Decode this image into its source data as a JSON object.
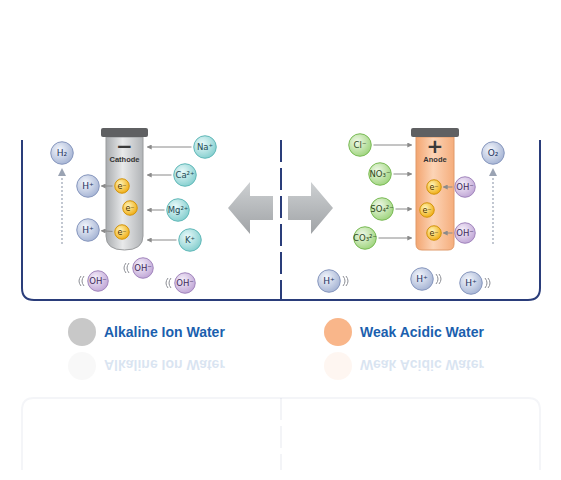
{
  "diagram": {
    "nodes": [
      {
        "text": [
          "H₂"
        ]
      },
      {
        "text": [
          "−",
          "Cathode"
        ]
      },
      {
        "text": [
          "e⁻"
        ],
        "in": 1
      },
      {
        "text": [
          "e⁻"
        ],
        "in": 1
      },
      {
        "text": [
          "e⁻"
        ],
        "in": 1
      },
      {
        "text": [
          "H⁺"
        ]
      },
      {
        "text": [
          "H⁺"
        ]
      },
      {
        "text": [
          "Na⁺"
        ]
      },
      {
        "text": [
          "Ca²⁺"
        ]
      },
      {
        "text": [
          "Mg²⁺"
        ]
      },
      {
        "text": [
          "K⁺"
        ]
      },
      {
        "text": [
          "OH⁻"
        ]
      },
      {
        "text": [
          "OH⁻"
        ]
      },
      {
        "text": [
          "OH⁻"
        ]
      },
      {
        "text": [
          "Cl⁻"
        ]
      },
      {
        "text": [
          "NO₃⁻"
        ]
      },
      {
        "text": [
          "SO₄²⁻"
        ]
      },
      {
        "text": [
          "CO₃²⁻"
        ]
      },
      {
        "text": [
          "+",
          "Anode"
        ]
      },
      {
        "text": [
          "e⁻"
        ],
        "in": 18
      },
      {
        "text": [
          "e⁻"
        ],
        "in": 18
      },
      {
        "text": [
          "e⁻"
        ],
        "in": 18
      },
      {
        "text": [
          "OH⁻"
        ]
      },
      {
        "text": [
          "OH⁻"
        ]
      },
      {
        "text": [
          "O₂"
        ]
      },
      {
        "text": [
          "H⁺"
        ]
      },
      {
        "text": [
          "H⁺"
        ]
      },
      {
        "text": [
          "H⁺"
        ]
      }
    ],
    "edges": [
      {
        "from": 2,
        "to": 5,
        "arrow": "to"
      },
      {
        "from": 4,
        "to": 6,
        "arrow": "to"
      },
      {
        "from": 7,
        "to": 1,
        "arrow": "to"
      },
      {
        "from": 8,
        "to": 1,
        "arrow": "to"
      },
      {
        "from": 9,
        "to": 1,
        "arrow": "to"
      },
      {
        "from": 10,
        "to": 1,
        "arrow": "to"
      },
      {
        "from": 14,
        "to": 18,
        "arrow": "to"
      },
      {
        "from": 15,
        "to": 18,
        "arrow": "to"
      },
      {
        "from": 16,
        "to": 18,
        "arrow": "to"
      },
      {
        "from": 17,
        "to": 18,
        "arrow": "to"
      },
      {
        "from": 22,
        "to": 19,
        "arrow": "to"
      },
      {
        "from": 23,
        "to": 21,
        "arrow": "to"
      }
    ],
    "labels": [
      "Alkaline Ion Water",
      "Weak Acidic Water"
    ],
    "legend": [
      {
        "text": "Alkaline Ion Water",
        "color": "#c8c8c8"
      },
      {
        "text": "Weak Acidic Water",
        "color": "#f9b68a"
      }
    ]
  }
}
